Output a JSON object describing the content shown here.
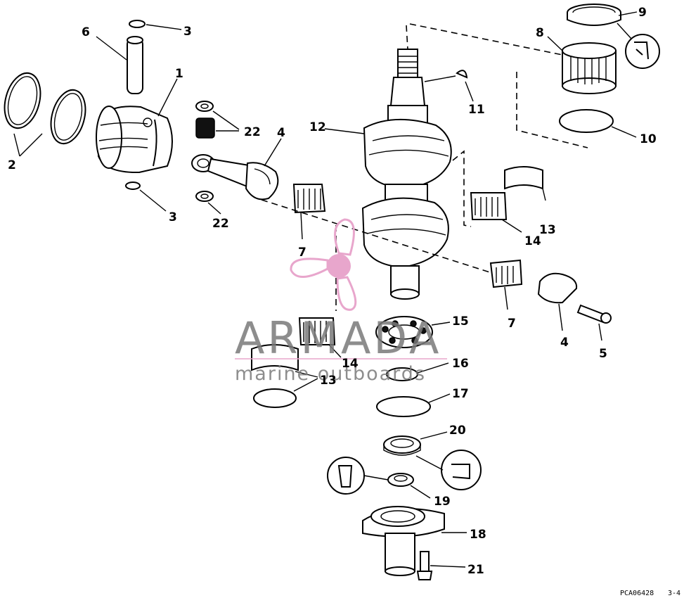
{
  "callouts": {
    "c1": "1",
    "c2": "2",
    "c3a": "3",
    "c3b": "3",
    "c4a": "4",
    "c4b": "4",
    "c5": "5",
    "c6": "6",
    "c7a": "7",
    "c7b": "7",
    "c8": "8",
    "c9": "9",
    "c10": "10",
    "c11": "11",
    "c12": "12",
    "c13a": "13",
    "c13b": "13",
    "c14a": "14",
    "c14b": "14",
    "c15": "15",
    "c16": "16",
    "c17": "17",
    "c18": "18",
    "c19": "19",
    "c20": "20",
    "c21": "21",
    "c22a": "22",
    "c22b": "22"
  },
  "reference_code": "PCA06428",
  "page_ref": "3-4",
  "watermark": {
    "brand": "ARMADA",
    "tagline": "marine outboards",
    "logo": "propeller-logo",
    "color": "#e8a6cc"
  }
}
